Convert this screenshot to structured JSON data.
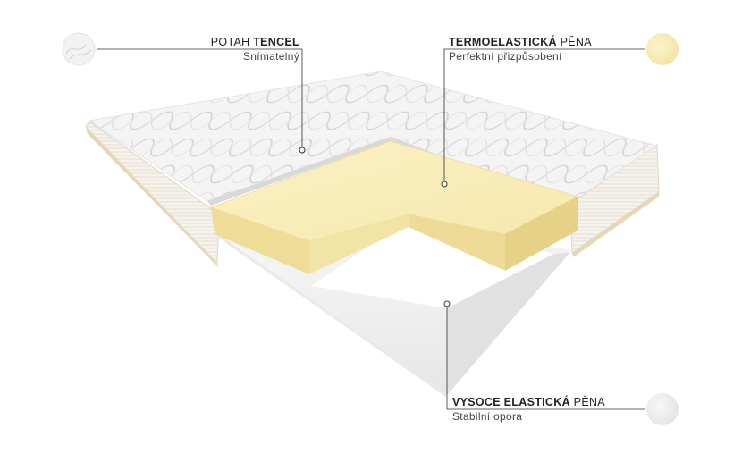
{
  "labels": {
    "cover": {
      "title_plain": "POTAH ",
      "title_bold": "TENCEL",
      "subtitle": "Snímatelný"
    },
    "memory": {
      "title_bold": "TERMOELASTICKÁ",
      "title_plain": " PĚNA",
      "subtitle": "Perfektní přizpůsobení"
    },
    "base": {
      "title_bold": "VYSOCE ELASTICKÁ",
      "title_plain": " PĚNA",
      "subtitle": "Stabilní opora"
    }
  },
  "colors": {
    "memory_foam": "#f8ecb4",
    "base_foam": "#ededed",
    "cover": "#f3f3f3",
    "leader_line": "#333333"
  },
  "icons": {
    "cover_swatch": "quilted-fabric-icon",
    "memory_swatch": "yellow-foam-icon",
    "base_swatch": "white-foam-icon"
  }
}
